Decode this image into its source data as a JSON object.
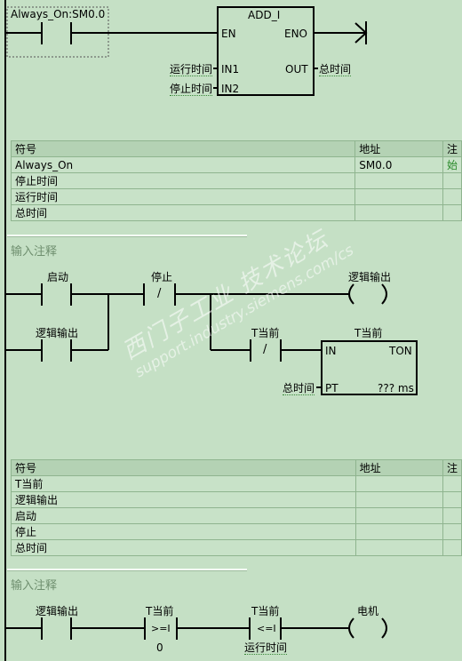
{
  "network1": {
    "contact_label": "Always_On:SM0.0",
    "block_title": "ADD_I",
    "pin_en": "EN",
    "pin_eno": "ENO",
    "pin_in1": "IN1",
    "pin_in2": "IN2",
    "pin_out": "OUT",
    "in1_operand": "运行时间",
    "in2_operand": "停止时间",
    "out_operand": "总时间",
    "symbol_table": {
      "headers": [
        "符号",
        "地址",
        "注"
      ],
      "rows": [
        [
          "Always_On",
          "SM0.0",
          "始"
        ],
        [
          "停止时间",
          "",
          ""
        ],
        [
          "运行时间",
          "",
          ""
        ],
        [
          "总时间",
          "",
          ""
        ]
      ]
    }
  },
  "network2": {
    "comment": "输入注释",
    "start_label": "启动",
    "stop_label": "停止",
    "stop_sign": "/",
    "output_label": "逻辑输出",
    "hold_label": "逻辑输出",
    "tcur_contact_label": "T当前",
    "tcur_sign": "/",
    "timer_title": "T当前",
    "pin_in": "IN",
    "pin_ton": "TON",
    "pin_pt": "PT",
    "pt_operand": "总时间",
    "timebase": "??? ms",
    "symbol_table": {
      "headers": [
        "符号",
        "地址",
        "注"
      ],
      "rows": [
        [
          "T当前",
          "",
          ""
        ],
        [
          "逻辑输出",
          "",
          ""
        ],
        [
          "启动",
          "",
          ""
        ],
        [
          "停止",
          "",
          ""
        ],
        [
          "总时间",
          "",
          ""
        ]
      ]
    }
  },
  "network3": {
    "comment": "输入注释",
    "contact1_label": "逻辑输出",
    "compare1_label": "T当前",
    "compare1_op": ">=I",
    "compare1_value": "0",
    "compare2_label": "T当前",
    "compare2_op": "<=I",
    "compare2_value": "运行时间",
    "coil_label": "电机"
  },
  "watermark": {
    "line1": "西门子工业 技术论坛",
    "line2": "support.industry.siemens.com/cs"
  }
}
